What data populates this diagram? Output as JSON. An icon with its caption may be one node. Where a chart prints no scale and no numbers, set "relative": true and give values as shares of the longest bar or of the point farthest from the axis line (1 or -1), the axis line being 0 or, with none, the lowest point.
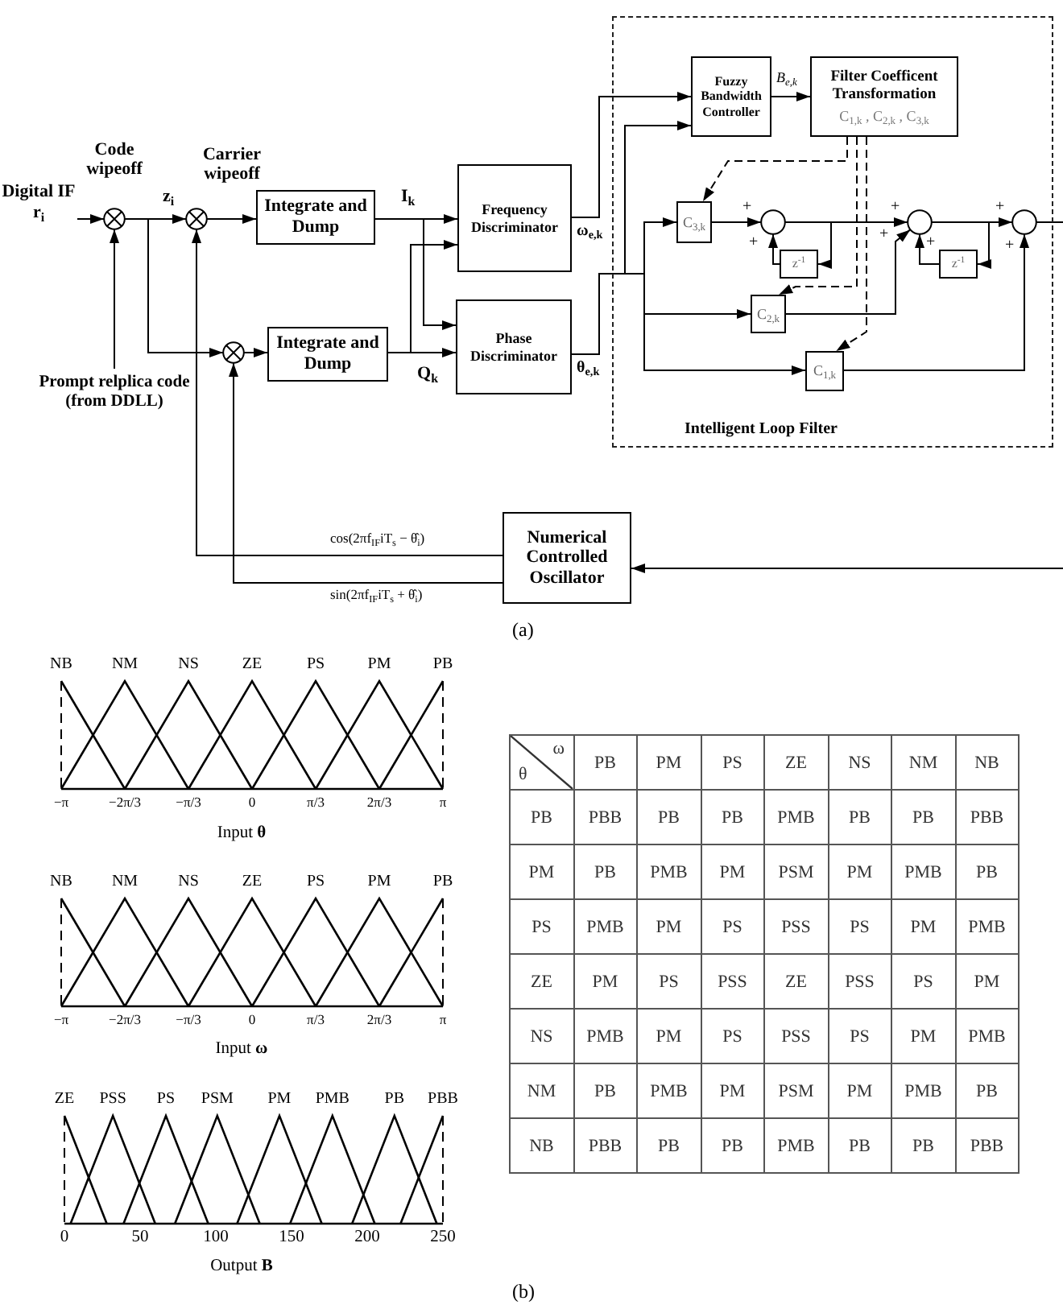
{
  "diagram": {
    "nodes": [
      {
        "text": [
          "Digital IF r$_{i}$"
        ]
      },
      {
        "text": [],
        "shape": "circle"
      },
      {
        "text": [
          "Prompt relplica code (from DDLL)"
        ]
      },
      {
        "text": [],
        "shape": "circle"
      },
      {
        "text": [
          "Integrate and Dump"
        ]
      },
      {
        "text": [],
        "shape": "circle"
      },
      {
        "text": [
          "Integrate and Dump"
        ]
      },
      {
        "text": [
          "Frequency Discriminator"
        ]
      },
      {
        "text": [
          "Phase Discriminator"
        ]
      },
      {
        "text": [
          "Intelligent Loop Filter"
        ]
      },
      {
        "text": [
          "Fuzzy Bandwidth Controller"
        ],
        "in": 9
      },
      {
        "text": [
          "Filter Coefficent Transformation",
          "C$_{1,k}$ , C$_{2,k}$ , C$_{3,k}$"
        ],
        "in": 9
      },
      {
        "text": [
          "C$_{3,k}$"
        ],
        "in": 9
      },
      {
        "text": [],
        "shape": "circle",
        "in": 9
      },
      {
        "text": [
          "z$^{-1}$"
        ],
        "in": 9
      },
      {
        "text": [],
        "shape": "circle",
        "in": 9
      },
      {
        "text": [
          "z$^{-1}$"
        ],
        "in": 9
      },
      {
        "text": [
          "C$_{2,k}$"
        ],
        "in": 9
      },
      {
        "text": [
          "C$_{1,k}$"
        ],
        "in": 9
      },
      {
        "text": [],
        "shape": "circle",
        "in": 9
      },
      {
        "text": [
          "Numerical Controlled Oscillator"
        ]
      }
    ],
    "edges": [
      {
        "from": 0,
        "to": 1,
        "arrow": "to"
      },
      {
        "from": 2,
        "to": 1,
        "arrow": "to"
      },
      {
        "from": 1,
        "to": 3,
        "arrow": "to",
        "label": "z$_{i}$"
      },
      {
        "from": 1,
        "to": 5,
        "arrow": "to"
      },
      {
        "from": 3,
        "to": 4,
        "arrow": "to"
      },
      {
        "from": 5,
        "to": 6,
        "arrow": "to"
      },
      {
        "from": 4,
        "to": 7,
        "arrow": "to",
        "label": "I$_{k}$"
      },
      {
        "from": 4,
        "to": 8,
        "arrow": "to"
      },
      {
        "from": 6,
        "to": 7,
        "arrow": "to"
      },
      {
        "from": 6,
        "to": 8,
        "arrow": "to",
        "label": "Q$_{k}$"
      },
      {
        "from": 7,
        "to": 10,
        "arrow": "to",
        "label": "ω$_{e,k}$"
      },
      {
        "from": 8,
        "to": 10,
        "arrow": "to",
        "label": "θ$_{e,k}$"
      },
      {
        "from": 8,
        "to": 12,
        "arrow": "to"
      },
      {
        "from": 8,
        "to": 17,
        "arrow": "to"
      },
      {
        "from": 8,
        "to": 18,
        "arrow": "to"
      },
      {
        "from": 10,
        "to": 11,
        "arrow": "to",
        "label": "B$_{e,k}$"
      },
      {
        "from": 11,
        "to": 12,
        "arrow": "to",
        "style": "dashed"
      },
      {
        "from": 11,
        "to": 17,
        "arrow": "to",
        "style": "dashed"
      },
      {
        "from": 11,
        "to": 18,
        "arrow": "to",
        "style": "dashed"
      },
      {
        "from": 12,
        "to": 13,
        "arrow": "to"
      },
      {
        "from": 14,
        "to": 13,
        "arrow": "to"
      },
      {
        "from": 13,
        "to": 15,
        "arrow": "to"
      },
      {
        "from": 13,
        "to": 14,
        "arrow": "to"
      },
      {
        "from": 17,
        "to": 15,
        "arrow": "to"
      },
      {
        "from": 16,
        "to": 15,
        "arrow": "to"
      },
      {
        "from": 15,
        "to": 19,
        "arrow": "to"
      },
      {
        "from": 15,
        "to": 16,
        "arrow": "to"
      },
      {
        "from": 18,
        "to": 19,
        "arrow": "to"
      },
      {
        "from": 19,
        "to": null,
        "arrow": "none"
      },
      {
        "from": null,
        "to": 20,
        "arrow": "to"
      },
      {
        "from": 20,
        "to": 3,
        "arrow": "to",
        "label": "cos(2πf$_{IF}$iT$_{s}$ − θ̂$_{i}$)"
      },
      {
        "from": 20,
        "to": 5,
        "arrow": "to",
        "label": "sin(2πf$_{IF}$iT$_{s}$ + θ̂$_{i}$)"
      }
    ],
    "labels": [
      "Code wipeoff",
      "Carrier wipeoff",
      "+",
      "+",
      "+",
      "+",
      "+",
      "+",
      "+",
      "(a)",
      "ω",
      "θ",
      "PB",
      "PM",
      "PS",
      "ZE",
      "NS",
      "NM",
      "NB",
      "PB",
      "PBB",
      "PB",
      "PB",
      "PMB",
      "PB",
      "PB",
      "PBB",
      "PM",
      "PB",
      "PMB",
      "PM",
      "PSM",
      "PM",
      "PMB",
      "PB",
      "PS",
      "PMB",
      "PM",
      "PS",
      "PSS",
      "PS",
      "PM",
      "PMB",
      "ZE",
      "PM",
      "PS",
      "PSS",
      "ZE",
      "PSS",
      "PS",
      "PM",
      "NS",
      "PMB",
      "PM",
      "PS",
      "PSS",
      "PS",
      "PM",
      "PMB",
      "NM",
      "PB",
      "PMB",
      "PM",
      "PSM",
      "PM",
      "PMB",
      "PB",
      "NB",
      "PBB",
      "PB",
      "PB",
      "PMB",
      "PB",
      "PB",
      "PBB",
      "(b)"
    ],
    "chart_data": [
      {
        "type": "line",
        "xlabel": "Input **θ**",
        "relative": true,
        "x": [
          -3.1416,
          -2.0944,
          -1.0472,
          0,
          1.0472,
          2.0944,
          3.1416
        ],
        "xlim": [
          -3.1416,
          3.1416
        ],
        "xticks": [
          {
            "value": -3.1416,
            "label": "−π"
          },
          {
            "value": -2.0944,
            "label": "−2π/3"
          },
          {
            "value": -1.0472,
            "label": "−π/3"
          },
          0,
          {
            "value": 1.0472,
            "label": "π/3"
          },
          {
            "value": 2.0944,
            "label": "2π/3"
          },
          {
            "value": 3.1416,
            "label": "π"
          }
        ],
        "series": [
          {
            "name": "NB",
            "color": "#000000",
            "values": [
              1,
              0,
              null,
              null,
              null,
              null,
              null
            ]
          },
          {
            "name": "NM",
            "color": "#000000",
            "values": [
              0,
              1,
              0,
              null,
              null,
              null,
              null
            ]
          },
          {
            "name": "NS",
            "color": "#000000",
            "values": [
              null,
              0,
              1,
              0,
              null,
              null,
              null
            ]
          },
          {
            "name": "ZE",
            "color": "#000000",
            "values": [
              null,
              null,
              0,
              1,
              0,
              null,
              null
            ]
          },
          {
            "name": "PS",
            "color": "#000000",
            "values": [
              null,
              null,
              null,
              0,
              1,
              0,
              null
            ]
          },
          {
            "name": "PM",
            "color": "#000000",
            "values": [
              null,
              null,
              null,
              null,
              0,
              1,
              0
            ]
          },
          {
            "name": "PB",
            "color": "#000000",
            "values": [
              null,
              null,
              null,
              null,
              null,
              0,
              1
            ]
          }
        ]
      },
      {
        "type": "line",
        "xlabel": "Input **ω**",
        "relative": true,
        "x": [
          -3.1416,
          -2.0944,
          -1.0472,
          0,
          1.0472,
          2.0944,
          3.1416
        ],
        "xlim": [
          -3.1416,
          3.1416
        ],
        "xticks": [
          {
            "value": -3.1416,
            "label": "−π"
          },
          {
            "value": -2.0944,
            "label": "−2π/3"
          },
          {
            "value": -1.0472,
            "label": "−π/3"
          },
          0,
          {
            "value": 1.0472,
            "label": "π/3"
          },
          {
            "value": 2.0944,
            "label": "2π/3"
          },
          {
            "value": 3.1416,
            "label": "π"
          }
        ],
        "series": [
          {
            "name": "NB",
            "color": "#000000",
            "values": [
              1,
              0,
              null,
              null,
              null,
              null,
              null
            ]
          },
          {
            "name": "NM",
            "color": "#000000",
            "values": [
              0,
              1,
              0,
              null,
              null,
              null,
              null
            ]
          },
          {
            "name": "NS",
            "color": "#000000",
            "values": [
              null,
              0,
              1,
              0,
              null,
              null,
              null
            ]
          },
          {
            "name": "ZE",
            "color": "#000000",
            "values": [
              null,
              null,
              0,
              1,
              0,
              null,
              null
            ]
          },
          {
            "name": "PS",
            "color": "#000000",
            "values": [
              null,
              null,
              null,
              0,
              1,
              0,
              null
            ]
          },
          {
            "name": "PM",
            "color": "#000000",
            "values": [
              null,
              null,
              null,
              null,
              0,
              1,
              0
            ]
          },
          {
            "name": "PB",
            "color": "#000000",
            "values": [
              null,
              null,
              null,
              null,
              null,
              0,
              1
            ]
          }
        ]
      },
      {
        "type": "line",
        "xlabel": "Output **B**",
        "relative": true,
        "x": [
          0,
          4,
          28,
          32,
          39,
          60,
          67,
          73,
          95,
          101,
          114,
          129,
          142,
          149,
          170,
          177,
          190,
          205,
          218,
          222,
          246,
          250
        ],
        "xlim": [
          0,
          250
        ],
        "xticks": [
          0,
          50,
          100,
          150,
          200,
          250
        ],
        "series": [
          {
            "name": "ZE",
            "color": "#000000",
            "values": [
              1,
              null,
              0,
              null,
              null,
              null,
              null,
              null,
              null,
              null,
              null,
              null,
              null,
              null,
              null,
              null,
              null,
              null,
              null,
              null,
              null,
              null
            ]
          },
          {
            "name": "PSS",
            "color": "#000000",
            "values": [
              null,
              0,
              null,
              1,
              null,
              0,
              null,
              null,
              null,
              null,
              null,
              null,
              null,
              null,
              null,
              null,
              null,
              null,
              null,
              null,
              null,
              null
            ]
          },
          {
            "name": "PS",
            "color": "#000000",
            "values": [
              null,
              null,
              null,
              null,
              0,
              null,
              1,
              null,
              0,
              null,
              null,
              null,
              null,
              null,
              null,
              null,
              null,
              null,
              null,
              null,
              null,
              null
            ]
          },
          {
            "name": "PSM",
            "color": "#000000",
            "values": [
              null,
              null,
              null,
              null,
              null,
              null,
              null,
              0,
              null,
              1,
              null,
              0,
              null,
              null,
              null,
              null,
              null,
              null,
              null,
              null,
              null,
              null
            ]
          },
          {
            "name": "PM",
            "color": "#000000",
            "values": [
              null,
              null,
              null,
              null,
              null,
              null,
              null,
              null,
              null,
              null,
              0,
              null,
              1,
              null,
              0,
              null,
              null,
              null,
              null,
              null,
              null,
              null
            ]
          },
          {
            "name": "PMB",
            "color": "#000000",
            "values": [
              null,
              null,
              null,
              null,
              null,
              null,
              null,
              null,
              null,
              null,
              null,
              null,
              null,
              0,
              null,
              1,
              null,
              0,
              null,
              null,
              null,
              null
            ]
          },
          {
            "name": "PB",
            "color": "#000000",
            "values": [
              null,
              null,
              null,
              null,
              null,
              null,
              null,
              null,
              null,
              null,
              null,
              null,
              null,
              null,
              null,
              null,
              0,
              null,
              1,
              null,
              0,
              null
            ]
          },
          {
            "name": "PBB",
            "color": "#000000",
            "values": [
              null,
              null,
              null,
              null,
              null,
              null,
              null,
              null,
              null,
              null,
              null,
              null,
              null,
              null,
              null,
              null,
              null,
              null,
              null,
              0,
              null,
              1
            ]
          }
        ]
      }
    ]
  }
}
